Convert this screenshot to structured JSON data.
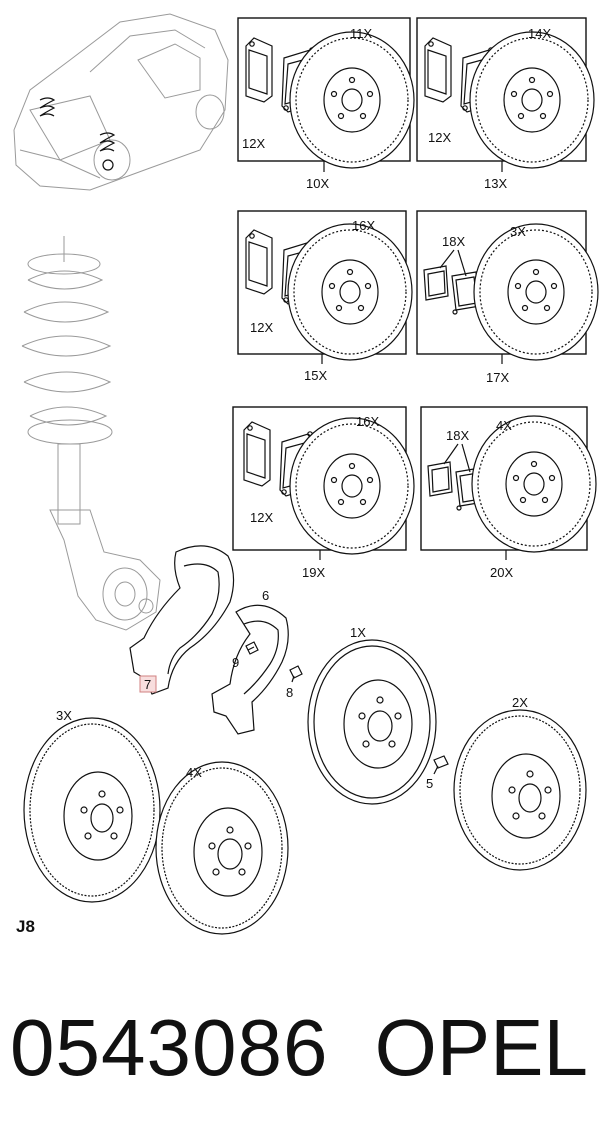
{
  "section_code": "J8",
  "part_number": "0543086",
  "brand": "OPEL",
  "highlighted_part": "7",
  "kit_boxes": [
    {
      "pad_label": "12X",
      "disc_label": "11X",
      "kit_label": "10X",
      "type": "pad-disc"
    },
    {
      "pad_label": "12X",
      "disc_label": "14X",
      "kit_label": "13X",
      "type": "pad-disc"
    },
    {
      "pad_label": "12X",
      "disc_label": "16X",
      "kit_label": "15X",
      "type": "pad-disc"
    },
    {
      "pad_label": "18X",
      "disc_label": "3X",
      "kit_label": "17X",
      "type": "small-pad-disc"
    },
    {
      "pad_label": "12X",
      "disc_label": "16X",
      "kit_label": "19X",
      "type": "pad-disc"
    },
    {
      "pad_label": "18X",
      "disc_label": "4X",
      "kit_label": "20X",
      "type": "small-pad-disc"
    }
  ],
  "callouts": {
    "shield_6": "6",
    "bolt_8": "8",
    "screw_9": "9",
    "disc_1": "1X",
    "disc_2": "2X",
    "disc_3": "3X",
    "disc_4": "4X",
    "bolt_5": "5",
    "shield_7": "7"
  }
}
